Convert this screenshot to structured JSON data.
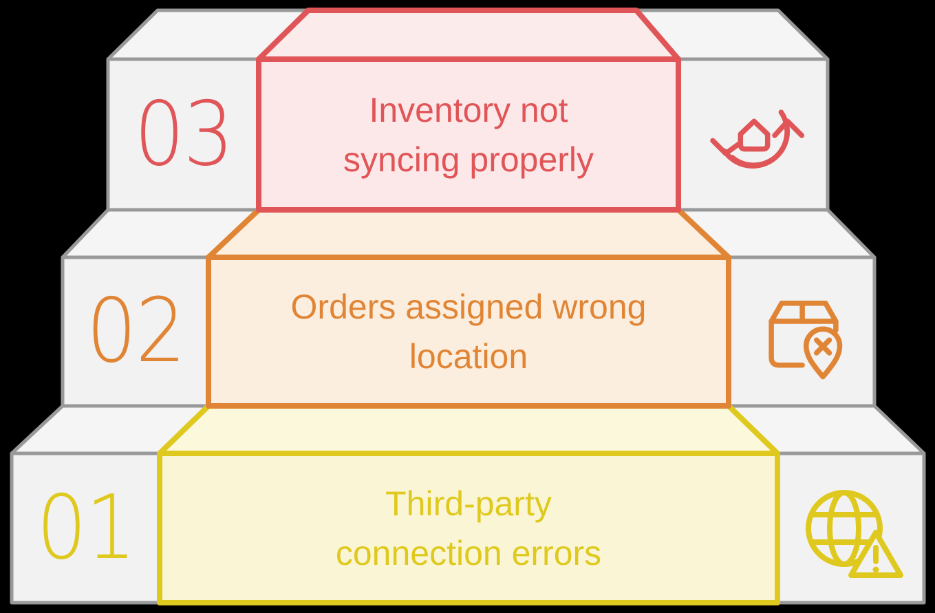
{
  "diagram": {
    "type": "staircase-ranking",
    "background_color": "#000000",
    "staircase_colors": {
      "front_face": "#f2f2f2",
      "top_face": "#f5f5f5",
      "border": "#999999"
    }
  },
  "steps": [
    {
      "number": "01",
      "label": "Third-party connection errors",
      "label_lines": [
        "Third-party",
        "connection errors"
      ],
      "accent_color": "#dfc91e",
      "fill_color": "#faf6d5",
      "icon": "globe-warning-icon"
    },
    {
      "number": "02",
      "label": "Orders assigned wrong location",
      "label_lines": [
        "Orders assigned wrong",
        "location"
      ],
      "accent_color": "#e08535",
      "fill_color": "#fceede",
      "icon": "package-wrong-location-icon"
    },
    {
      "number": "03",
      "label": "Inventory not syncing properly",
      "label_lines": [
        "Inventory not",
        "syncing properly"
      ],
      "accent_color": "#e05558",
      "fill_color": "#fce8e8",
      "icon": "inventory-sync-icon"
    }
  ]
}
